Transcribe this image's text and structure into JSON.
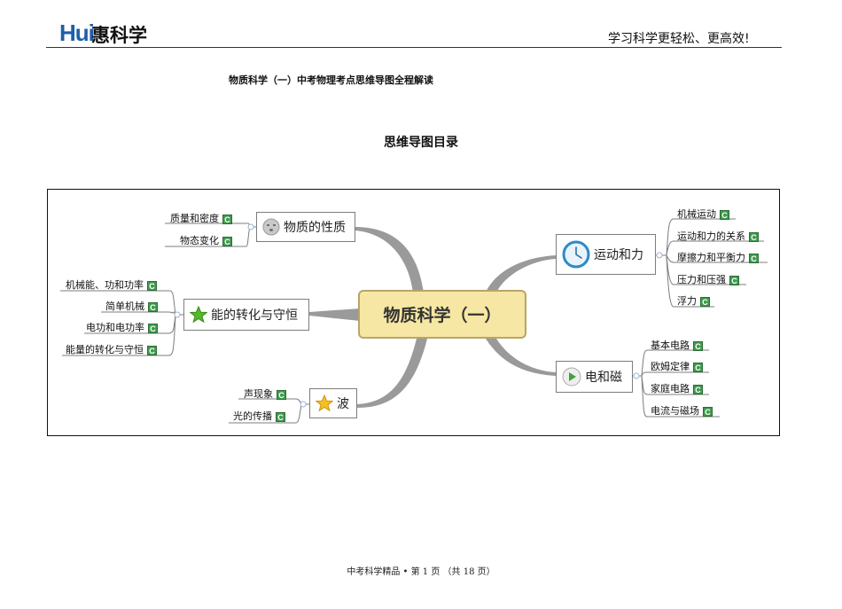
{
  "header": {
    "logo_mark": "Hui",
    "logo_text": "惠科学",
    "slogan": "学习科学更轻松、更高效!"
  },
  "document": {
    "title": "物质科学（一）中考物理考点思维导图全程解读",
    "toc_title": "思维导图目录"
  },
  "mindmap": {
    "central": "物质科学（一）",
    "badge": "C",
    "branches": {
      "properties": {
        "label": "物质的性质",
        "icon": "sleepy-face-icon",
        "leaves": [
          "质量和密度",
          "物态变化"
        ]
      },
      "energy": {
        "label": "能的转化与守恒",
        "icon": "green-star-icon",
        "leaves": [
          "机械能、功和功率",
          "简单机械",
          "电功和电功率",
          "能量的转化与守恒"
        ]
      },
      "wave": {
        "label": "波",
        "icon": "gold-star-icon",
        "leaves": [
          "声现象",
          "光的传播"
        ]
      },
      "motion": {
        "label": "运动和力",
        "icon": "clock-icon",
        "leaves": [
          "机械运动",
          "运动和力的关系",
          "摩擦力和平衡力",
          "压力和压强",
          "浮力"
        ]
      },
      "electric": {
        "label": "电和磁",
        "icon": "play-icon",
        "leaves": [
          "基本电路",
          "欧姆定律",
          "家庭电路",
          "电流与磁场"
        ]
      }
    }
  },
  "footer": {
    "text": "中考科学精品 • 第 1 页 （共 18 页）"
  },
  "colors": {
    "central_fill": "#f6e7a4",
    "badge_green": "#3f9b4f",
    "logo_blue": "#1f5fa8"
  }
}
